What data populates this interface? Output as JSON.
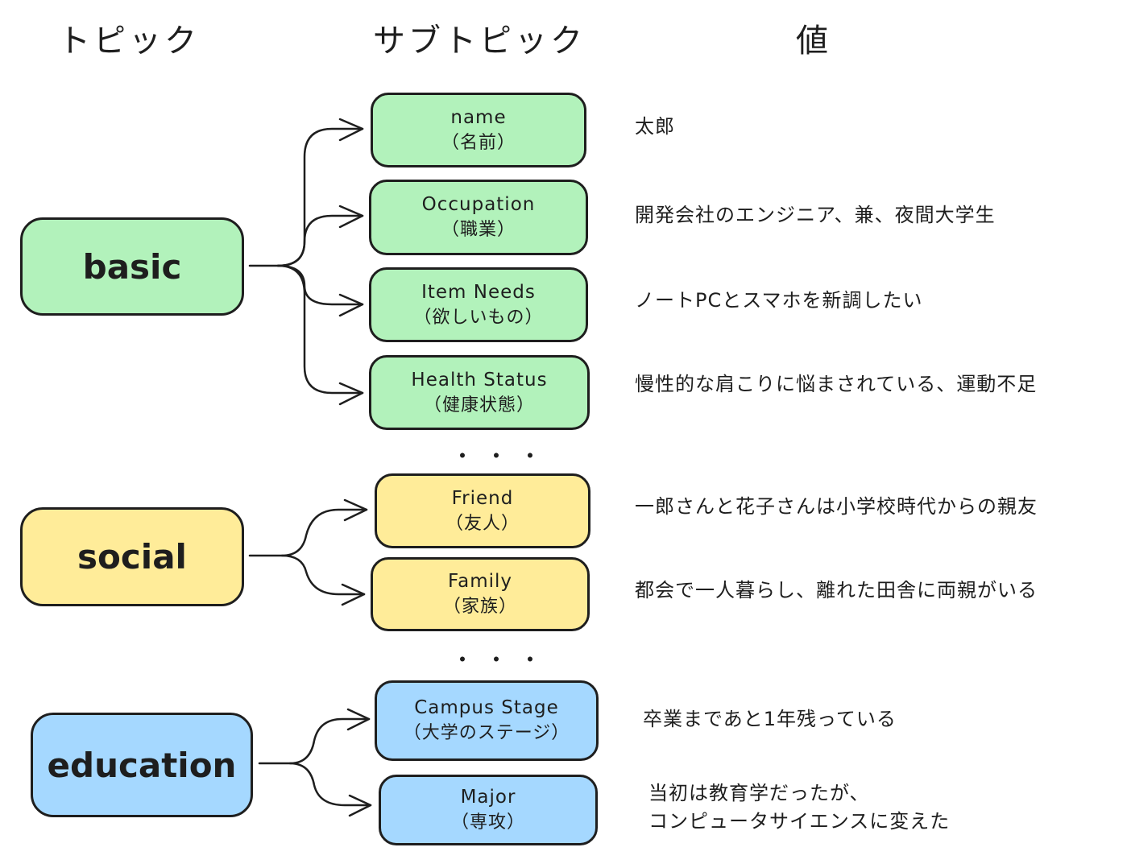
{
  "headers": {
    "topic": "トピック",
    "subtopic": "サブトピック",
    "value": "値"
  },
  "colors": {
    "basic": "#b2f2bb",
    "social": "#ffec99",
    "education": "#a5d8ff",
    "stroke": "#1e1e1e"
  },
  "topics": [
    {
      "label": "basic",
      "subtopics": [
        {
          "name": "name",
          "jp": "（名前）",
          "value": "太郎"
        },
        {
          "name": "Occupation",
          "jp": "（職業）",
          "value": "開発会社のエンジニア、兼、夜間大学生"
        },
        {
          "name": "Item Needs",
          "jp": "（欲しいもの）",
          "value": "ノートPCとスマホを新調したい"
        },
        {
          "name": "Health Status",
          "jp": "（健康状態）",
          "value": "慢性的な肩こりに悩まされている、運動不足"
        }
      ]
    },
    {
      "label": "social",
      "subtopics": [
        {
          "name": "Friend",
          "jp": "（友人）",
          "value": "一郎さんと花子さんは小学校時代からの親友"
        },
        {
          "name": "Family",
          "jp": "（家族）",
          "value": "都会で一人暮らし、離れた田舎に両親がいる"
        }
      ]
    },
    {
      "label": "education",
      "subtopics": [
        {
          "name": "Campus Stage",
          "jp": "（大学のステージ）",
          "value": "卒業まであと1年残っている"
        },
        {
          "name": "Major",
          "jp": "（専攻）",
          "value": "当初は教育学だったが、",
          "value2": "コンピュータサイエンスに変えた"
        }
      ]
    }
  ],
  "ellipsis": "・・・"
}
